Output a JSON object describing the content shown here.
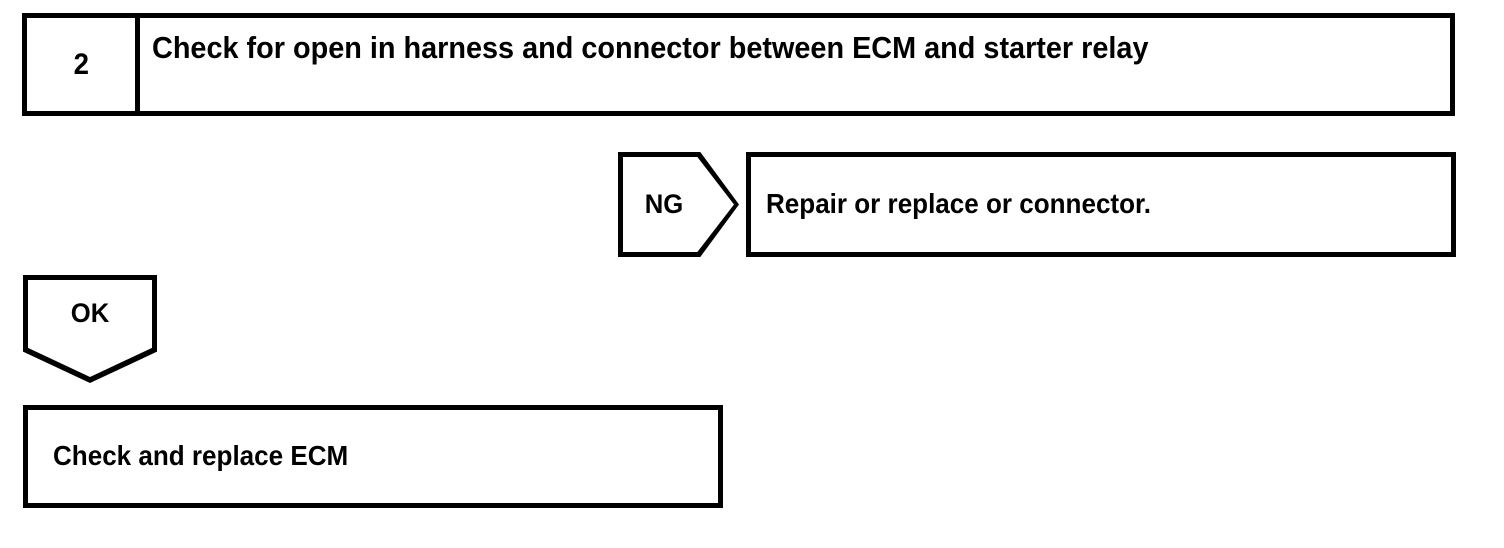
{
  "document": {
    "type": "troubleshooting-flow-chart",
    "ink_color": "#000000",
    "background_color": "#ffffff"
  },
  "step": {
    "number": "2",
    "title": "Check for open in harness and connector between ECM and starter relay"
  },
  "branches": {
    "ng": {
      "label": "NG",
      "direction": "right",
      "result": "Repair or replace or connector."
    },
    "ok": {
      "label": "OK",
      "direction": "down",
      "result": "Check and replace ECM"
    }
  }
}
